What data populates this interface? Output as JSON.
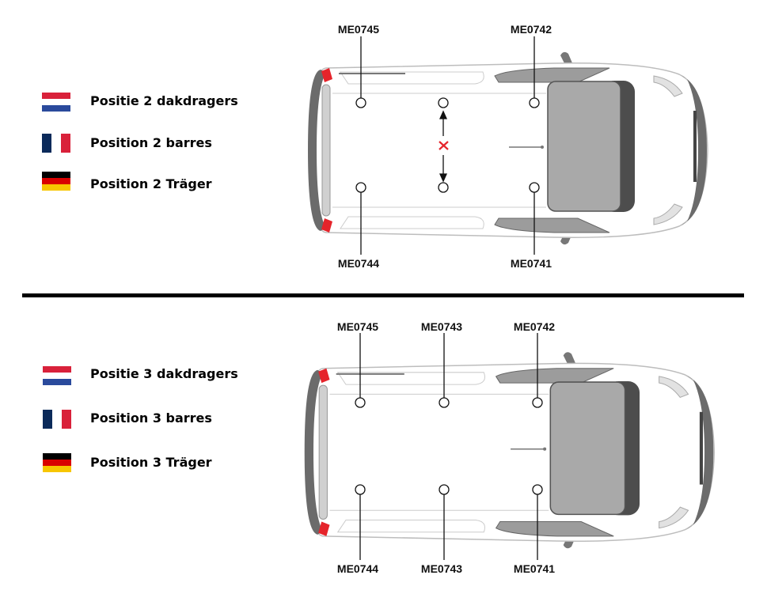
{
  "top_section": {
    "legend": [
      {
        "flag": "netherlands-flag",
        "label": "Positie 2 dakdragers"
      },
      {
        "flag": "france-flag",
        "label": "Position 2 barres"
      },
      {
        "flag": "germany-flag",
        "label": "Position 2 Träger"
      }
    ],
    "codes": {
      "top_left": "ME0745",
      "top_right": "ME0742",
      "bottom_left": "ME0744",
      "bottom_right": "ME0741"
    }
  },
  "bottom_section": {
    "legend": [
      {
        "flag": "netherlands-flag",
        "label": "Positie 3 dakdragers"
      },
      {
        "flag": "france-flag",
        "label": "Position 3 barres"
      },
      {
        "flag": "germany-flag",
        "label": "Position 3 Träger"
      }
    ],
    "codes": {
      "top_left": "ME0745",
      "top_middle": "ME0743",
      "top_right": "ME0742",
      "bottom_left": "ME0744",
      "bottom_middle": "ME0743",
      "bottom_right": "ME0741"
    }
  },
  "colors": {
    "marker_red": "#e5242b",
    "windshield_gray": "#a9a9a9",
    "bumper_gray": "#6b6b6b"
  }
}
